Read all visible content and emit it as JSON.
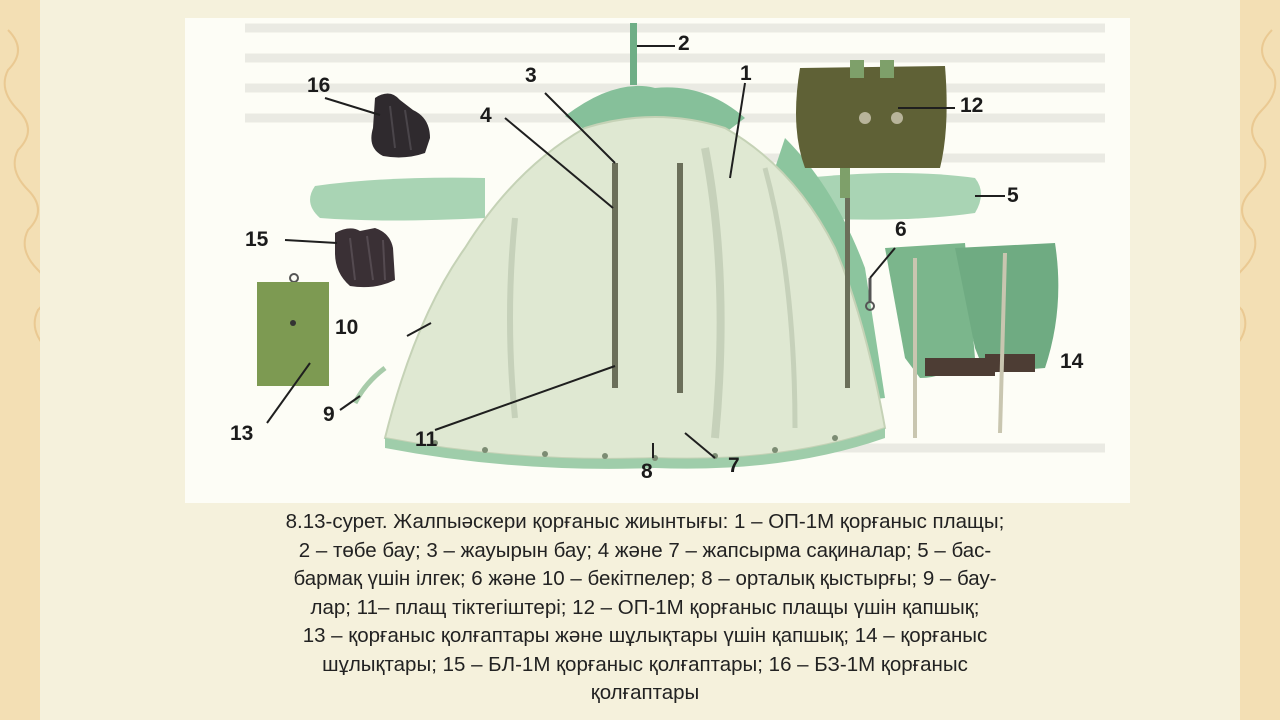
{
  "figure": {
    "callouts": [
      "1",
      "2",
      "3",
      "4",
      "5",
      "6",
      "7",
      "8",
      "9",
      "10",
      "11",
      "12",
      "13",
      "14",
      "15",
      "16"
    ]
  },
  "caption": {
    "lines": [
      "8.13-сурет. Жалпыәскери қорғаныс жиынтығы: 1 – ОП-1М қорғаныс плащы;",
      "2 – төбе бау; 3 – жауырын бау; 4 және 7 – жапсырма сақиналар; 5 – бас-",
      "бармақ үшін ілгек; 6 және 10 – бекітпелер; 8 – орталық қыстырғы; 9 – бау-",
      "лар; 11– плащ тіктегіштері; 12 – ОП-1М қорғаныс плащы үшін қапшық;",
      "13 – қорғаныс қолғаптары және шұлықтары үшін қапшық; 14 – қорғаныс",
      "шұлықтары; 15 – БЛ-1М қорғаныс қолғаптары; 16 – БЗ-1М қорғаныс",
      "қолғаптары"
    ]
  },
  "colors": {
    "background": "#f6eccd",
    "cloak_light": "#dfe8d2",
    "cloak_green": "#86c09a",
    "bag_olive": "#5f6136",
    "pouch_green": "#7d9a52",
    "glove_dark": "#2f2a2e"
  }
}
